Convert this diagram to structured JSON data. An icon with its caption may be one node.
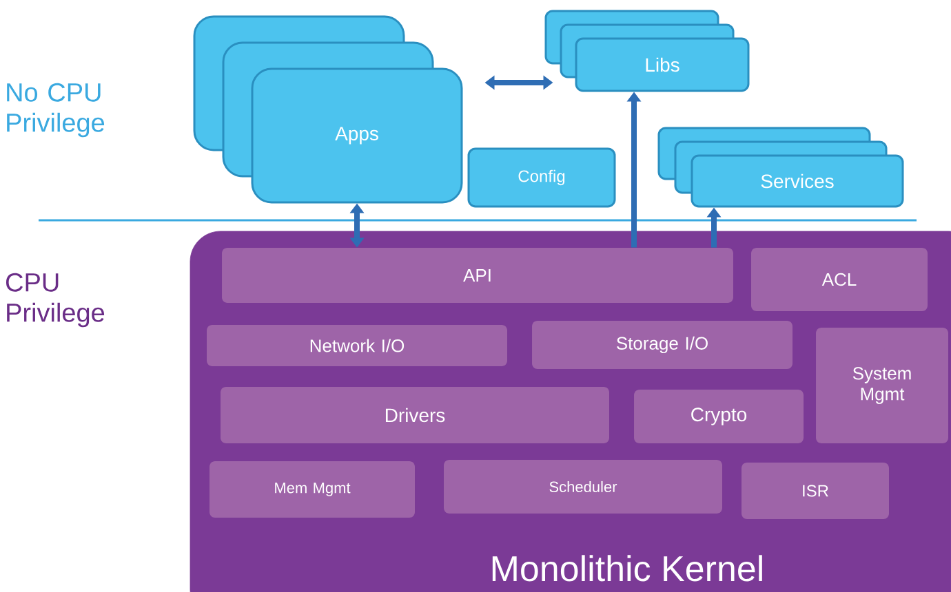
{
  "diagram": {
    "nodes": [
      {
        "text": [
          "Apps"
        ]
      },
      {
        "text": [
          "Libs"
        ]
      },
      {
        "text": [
          "Config"
        ]
      },
      {
        "text": [
          "Services"
        ]
      },
      {
        "text": [
          "Monolithic Kernel"
        ]
      },
      {
        "text": [
          "API"
        ],
        "in": 4
      },
      {
        "text": [
          "ACL"
        ],
        "in": 4
      },
      {
        "text": [
          "Network I/O"
        ],
        "in": 4
      },
      {
        "text": [
          "Storage I/O"
        ],
        "in": 4
      },
      {
        "text": [
          "System Mgmt"
        ],
        "in": 4
      },
      {
        "text": [
          "Drivers"
        ],
        "in": 4
      },
      {
        "text": [
          "Crypto"
        ],
        "in": 4
      },
      {
        "text": [
          "Mem Mgmt"
        ],
        "in": 4
      },
      {
        "text": [
          "Scheduler"
        ],
        "in": 4
      },
      {
        "text": [
          "ISR"
        ],
        "in": 4
      }
    ],
    "edges": [
      {
        "from": 0,
        "to": 1,
        "arrow": "both"
      },
      {
        "from": 0,
        "to": 5,
        "arrow": "both"
      },
      {
        "from": 5,
        "to": 1,
        "arrow": "to"
      },
      {
        "from": 5,
        "to": 3,
        "arrow": "to"
      }
    ],
    "labels": [
      "No CPU Privilege",
      "CPU Privilege"
    ]
  }
}
